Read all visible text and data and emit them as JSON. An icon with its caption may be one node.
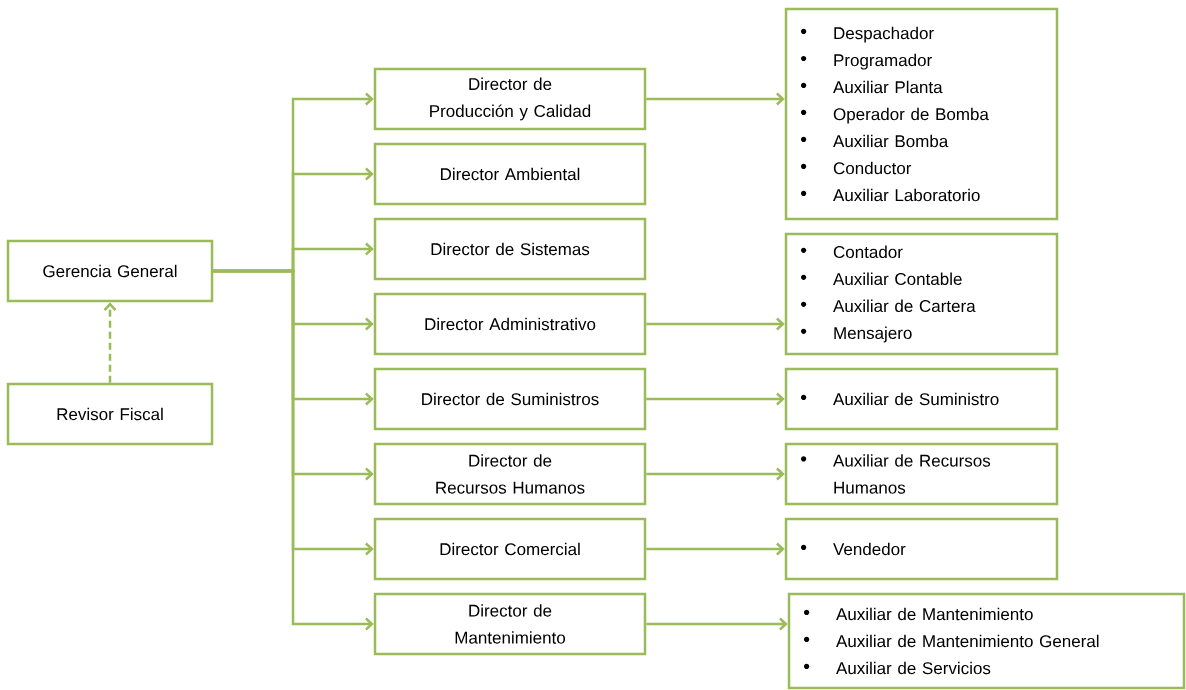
{
  "diagram": {
    "nodes": [
      {
        "text": [
          "Gerencia General"
        ]
      },
      {
        "text": [
          "Revisor Fiscal"
        ]
      },
      {
        "text": [
          "Director de Producción y Calidad"
        ]
      },
      {
        "text": [
          "Director Ambiental"
        ]
      },
      {
        "text": [
          "Director de Sistemas"
        ]
      },
      {
        "text": [
          "Director Administrativo"
        ]
      },
      {
        "text": [
          "Director de Suministros"
        ]
      },
      {
        "text": [
          "Director de Recursos Humanos"
        ]
      },
      {
        "text": [
          "Director Comercial"
        ]
      },
      {
        "text": [
          "Director de Mantenimiento"
        ]
      },
      {
        "text": [
          "Despachador",
          "Programador",
          "Auxiliar Planta",
          "Operador de Bomba",
          "Auxiliar Bomba",
          "Conductor",
          "Auxiliar Laboratorio"
        ]
      },
      {
        "text": [
          "Contador",
          "Auxiliar Contable",
          "Auxiliar de Cartera",
          "Mensajero"
        ]
      },
      {
        "text": [
          "Auxiliar de Suministro"
        ]
      },
      {
        "text": [
          "Auxiliar de Recursos Humanos"
        ]
      },
      {
        "text": [
          "Vendedor"
        ]
      },
      {
        "text": [
          "Auxiliar de Mantenimiento",
          "Auxiliar de Mantenimiento General",
          "Auxiliar de Servicios"
        ]
      }
    ],
    "edges": [
      {
        "from": 0,
        "to": 2,
        "arrow": "to"
      },
      {
        "from": 0,
        "to": 3,
        "arrow": "to"
      },
      {
        "from": 0,
        "to": 4,
        "arrow": "to"
      },
      {
        "from": 0,
        "to": 5,
        "arrow": "to"
      },
      {
        "from": 0,
        "to": 6,
        "arrow": "to"
      },
      {
        "from": 0,
        "to": 7,
        "arrow": "to"
      },
      {
        "from": 0,
        "to": 8,
        "arrow": "to"
      },
      {
        "from": 0,
        "to": 9,
        "arrow": "to"
      },
      {
        "from": 1,
        "to": 0,
        "arrow": "to",
        "style": "dashed"
      },
      {
        "from": 2,
        "to": 10,
        "arrow": "to"
      },
      {
        "from": 5,
        "to": 11,
        "arrow": "to"
      },
      {
        "from": 6,
        "to": 12,
        "arrow": "to"
      },
      {
        "from": 7,
        "to": 13,
        "arrow": "to"
      },
      {
        "from": 8,
        "to": 14,
        "arrow": "to"
      },
      {
        "from": 9,
        "to": 15,
        "arrow": "to"
      }
    ]
  }
}
